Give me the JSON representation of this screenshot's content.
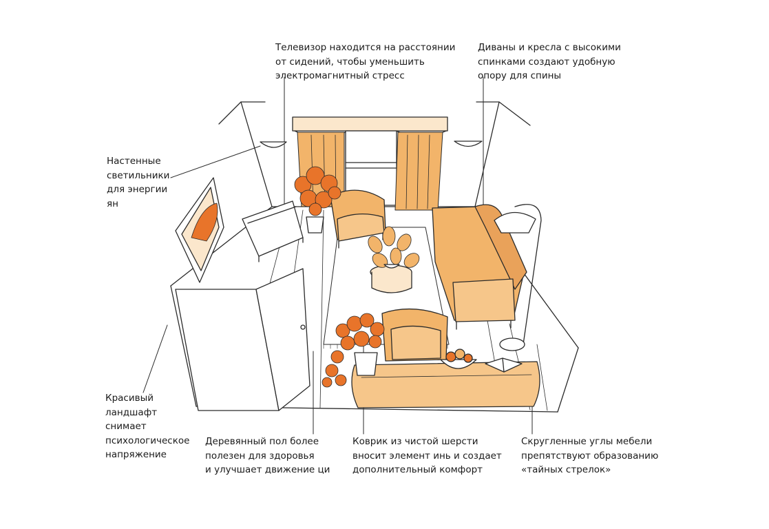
{
  "annotations": {
    "tv": {
      "lines": [
        "Телевизор находится на расстоянии",
        "от сидений, чтобы уменьшить",
        "электромагнитный стресс"
      ]
    },
    "sofas": {
      "lines": [
        "Диваны и кресла с высокими",
        "спинками создают удобную",
        "опору для спины"
      ]
    },
    "wall_lights": {
      "lines": [
        "Настенные",
        "светильники",
        "для энергии",
        "ян"
      ]
    },
    "landscape": {
      "lines": [
        "Красивый",
        "ландшафт",
        "снимает",
        "психологическое",
        "напряжение"
      ]
    },
    "wooden_floor": {
      "lines": [
        "Деревянный пол более",
        "полезен для здоровья",
        "и улучшает движение ци"
      ]
    },
    "rug": {
      "lines": [
        "Коврик из чистой шерсти",
        "вносит элемент инь и создает",
        "дополнительный комфорт"
      ]
    },
    "rounded_corners": {
      "lines": [
        "Скругленные углы мебели",
        "препятствуют образованию",
        "«тайных стрелок»"
      ]
    }
  },
  "colors": {
    "furniture": "#f2b46a",
    "furniture_dark": "#e08a3a",
    "plant": "#e8742a",
    "line": "#2a2a2a"
  }
}
